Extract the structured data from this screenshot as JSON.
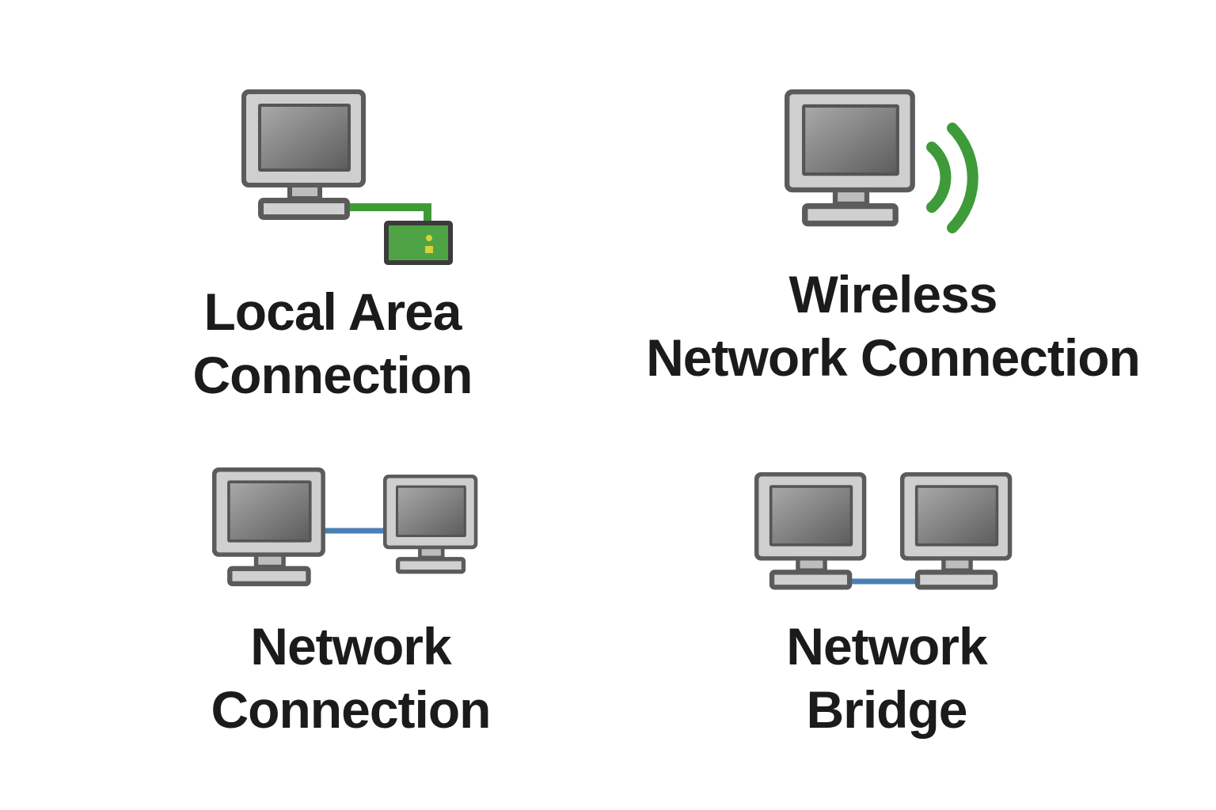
{
  "items": [
    {
      "id": "lan",
      "lines": [
        "Local Area",
        "Connection"
      ],
      "icon": "wired-computer-icon",
      "accent": "#3f9a3a"
    },
    {
      "id": "wireless",
      "lines": [
        "Wireless",
        "Network Connection"
      ],
      "icon": "wireless-computer-icon",
      "accent": "#3f9a3a"
    },
    {
      "id": "network",
      "lines": [
        "Network",
        "Connection"
      ],
      "icon": "connected-computers-icon",
      "accent": "#4a7fb5"
    },
    {
      "id": "bridge",
      "lines": [
        "Network",
        "Bridge"
      ],
      "icon": "bridged-computers-icon",
      "accent": "#4a7fb5"
    }
  ]
}
